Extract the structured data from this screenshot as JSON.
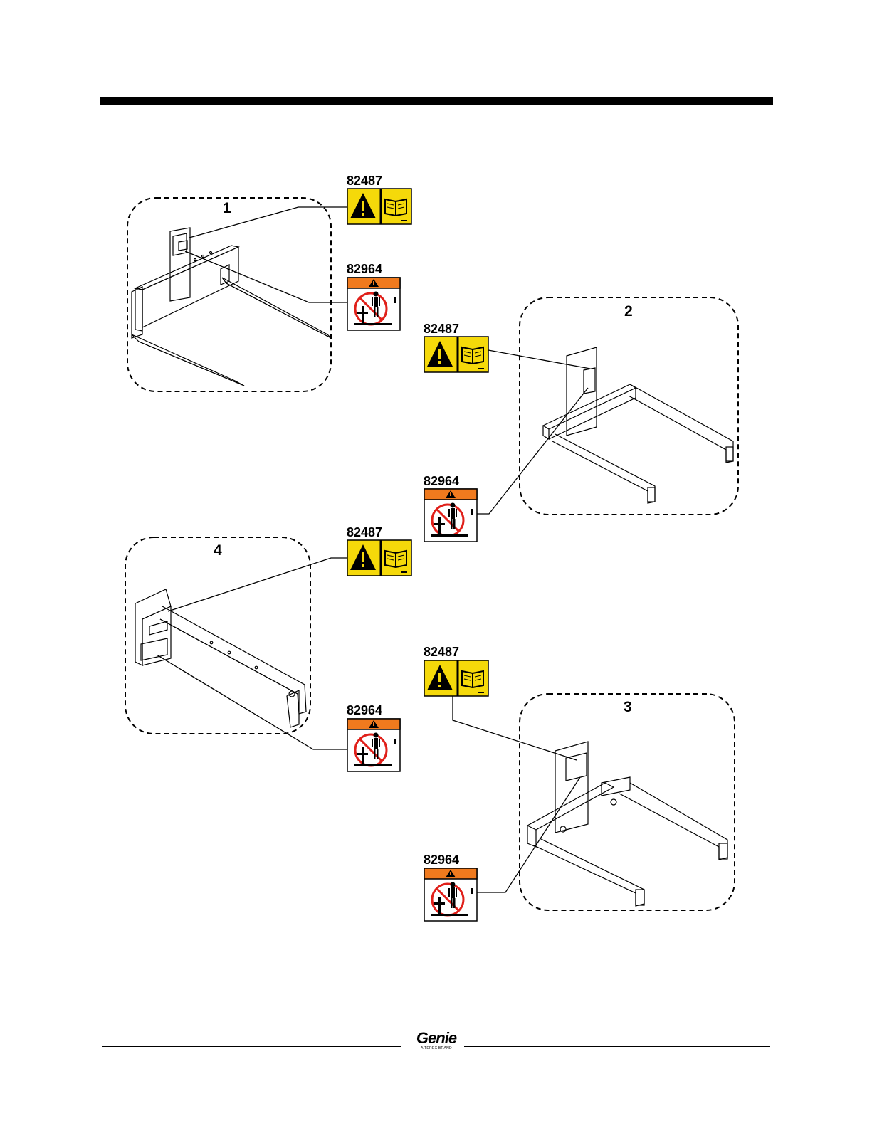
{
  "decal_codes": {
    "group1_warning": "82487",
    "group1_danger": "82964",
    "group2_warning": "82487",
    "group2_danger": "82964",
    "group3_warning": "82487",
    "group3_danger": "82964",
    "group4_warning": "82487",
    "group4_danger": "82964"
  },
  "group_numbers": {
    "g1": "1",
    "g2": "2",
    "g3": "3",
    "g4": "4"
  },
  "footer": {
    "logo_text": "Genie",
    "logo_subtext": "A TEREX BRAND"
  },
  "icons": {
    "warning_decal": "warning-and-manual-icon",
    "danger_decal": "no-riding-person-icon"
  },
  "colors": {
    "warning_yellow": "#f5d90a",
    "danger_orange": "#f07a1e",
    "prohibition_red": "#e0201a"
  }
}
